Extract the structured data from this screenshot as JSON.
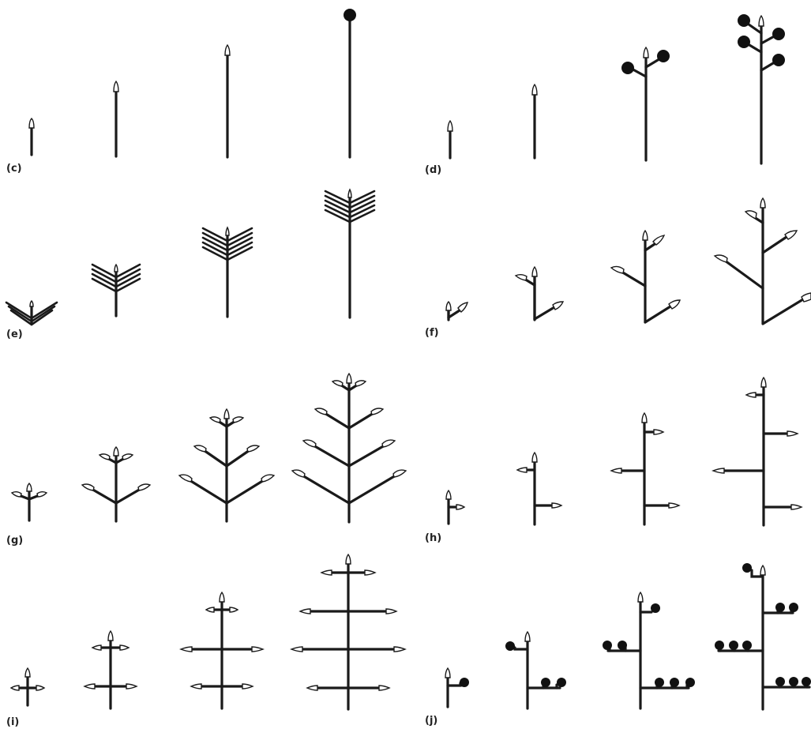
{
  "panels": [
    {
      "id": "c",
      "label": "(c)",
      "stages": 4
    },
    {
      "id": "d",
      "label": "(d)",
      "stages": 4
    },
    {
      "id": "e",
      "label": "(e)",
      "stages": 4
    },
    {
      "id": "f",
      "label": "(f)",
      "stages": 4
    },
    {
      "id": "g",
      "label": "(g)",
      "stages": 4
    },
    {
      "id": "h",
      "label": "(h)",
      "stages": 4
    },
    {
      "id": "i",
      "label": "(i)",
      "stages": 4
    },
    {
      "id": "j",
      "label": "(j)",
      "stages": 4
    }
  ],
  "legend_symbols": {
    "bud": "open-bud-apex",
    "flower": "filled-flower-dot"
  },
  "colors": {
    "stem": "#1a1a1a",
    "flower": "#111111",
    "bud_fill": "#ffffff",
    "background": "#ffffff"
  }
}
